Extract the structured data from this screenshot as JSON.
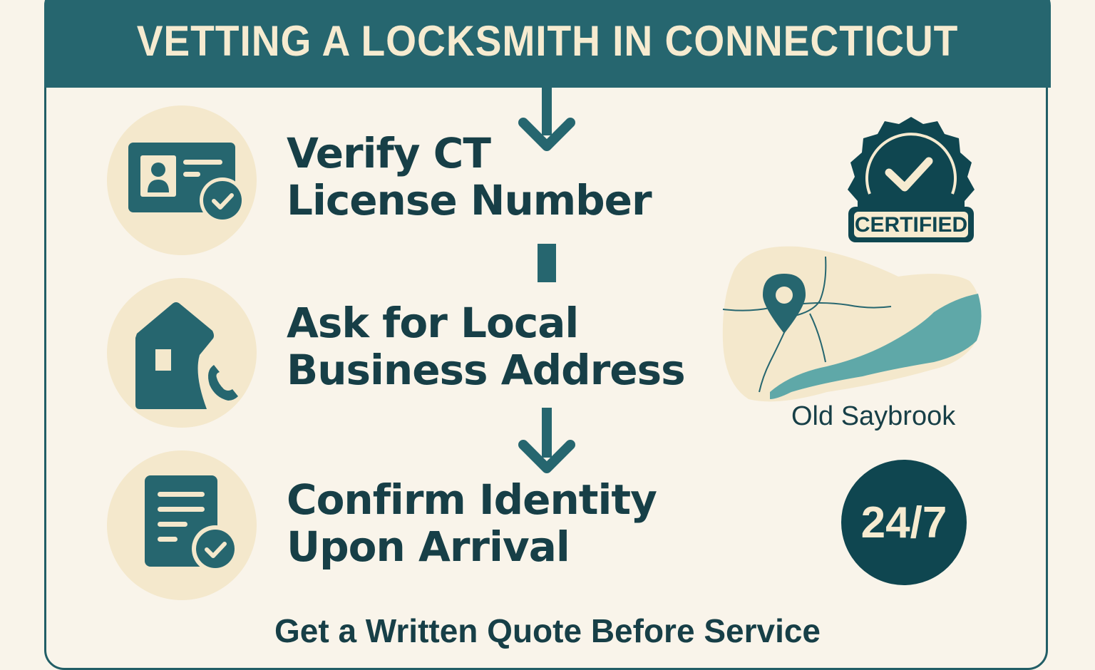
{
  "header": {
    "title": "VETTING A LOCKSMITH IN CONNECTICUT"
  },
  "steps": [
    {
      "icon": "id-card-check-icon",
      "line1": "Verify CT",
      "line2": "License Number"
    },
    {
      "icon": "house-phone-icon",
      "line1": "Ask for Local",
      "line2": "Business Address"
    },
    {
      "icon": "document-check-icon",
      "line1": "Confirm Identity",
      "line2": "Upon Arrival"
    }
  ],
  "side": {
    "certified_badge": "CERTIFIED",
    "map_label": "Old Saybrook",
    "availability": "24/7"
  },
  "footer": {
    "text": "Get a Written Quote Before Service"
  },
  "colors": {
    "teal": "#26666f",
    "dark_teal": "#0f4650",
    "cream": "#f6ebd0",
    "background": "#f9f4ea",
    "icon_circle": "#f4e8cc",
    "water": "#5fa8a8"
  }
}
